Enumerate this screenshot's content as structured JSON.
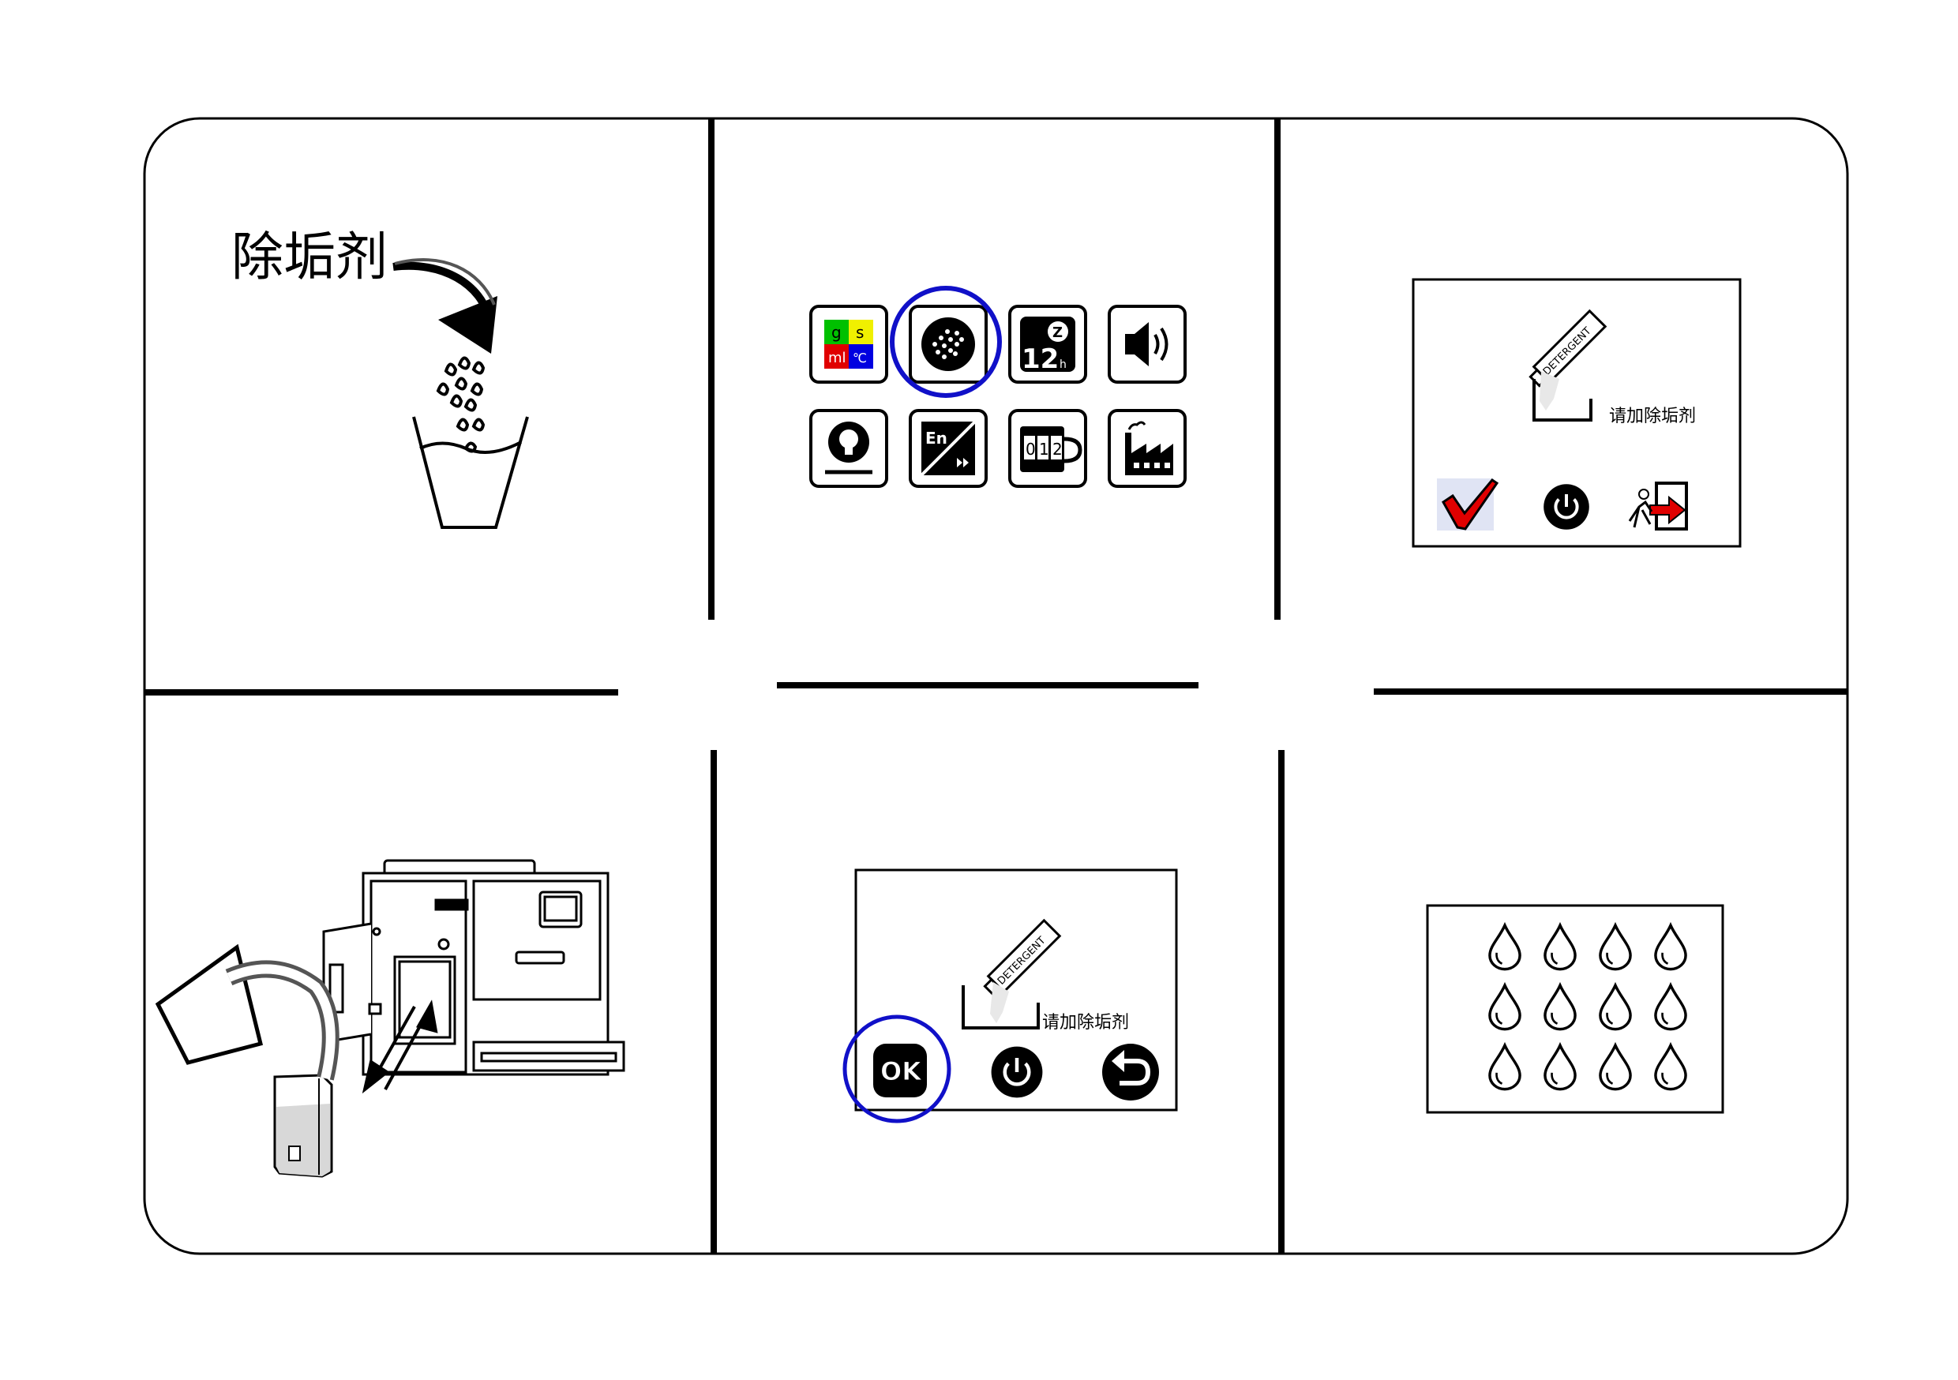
{
  "panel1": {
    "title": "除垢剂",
    "icons": [
      "curved-arrow-icon",
      "descaler-granules-icon",
      "water-cup-icon"
    ]
  },
  "panel2": {
    "menu_icons": [
      {
        "name": "units-icon",
        "cells": [
          {
            "text": "g",
            "color": "#00c000"
          },
          {
            "text": "s",
            "color": "#f0f000"
          },
          {
            "text": "ml",
            "color": "#e00000"
          },
          {
            "text": "℃",
            "color": "#0000e0"
          }
        ]
      },
      {
        "name": "descale-icon",
        "highlighted": true
      },
      {
        "name": "sleep-timer-icon",
        "label": "12",
        "sub": "h",
        "badge": "Z"
      },
      {
        "name": "speaker-icon"
      },
      {
        "name": "light-bulb-icon"
      },
      {
        "name": "language-icon",
        "label": "En"
      },
      {
        "name": "counter-icon",
        "label": "012"
      },
      {
        "name": "factory-reset-icon"
      }
    ],
    "highlight_color": "#1010c8"
  },
  "panel3": {
    "bottle_label": "DETERGENT",
    "message": "请加除垢剂",
    "icons": [
      "red-checkmark-icon",
      "power-icon",
      "exit-icon"
    ],
    "check_color": "#e00000"
  },
  "panel4": {
    "icons": [
      "coffee-machine-illustration",
      "water-tank-icon",
      "pitcher-icon",
      "insert-arrow-icon"
    ]
  },
  "panel5": {
    "bottle_label": "DETERGENT",
    "message": "请加除垢剂",
    "ok_label": "OK",
    "icons": [
      "power-icon",
      "back-icon"
    ],
    "highlight_color": "#1010c8"
  },
  "panel6": {
    "drop_rows": 3,
    "drop_cols": 4
  }
}
